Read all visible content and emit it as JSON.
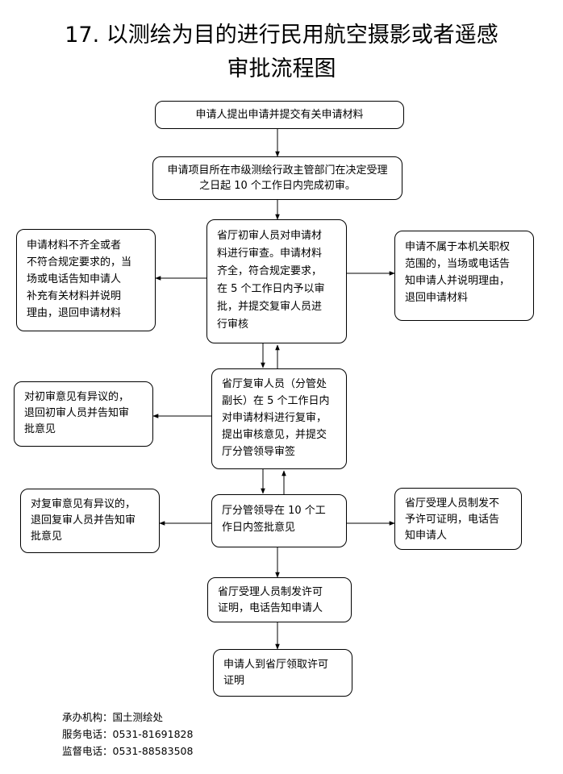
{
  "title": {
    "line1": "17. 以测绘为目的进行民用航空摄影或者遥感",
    "line2": "审批流程图"
  },
  "nodes": {
    "apply": {
      "lines": [
        "申请人提出申请并提交有关申请材料"
      ]
    },
    "preliminary": {
      "lines": [
        "申请项目所在市级测绘行政主管部门在决定受理",
        "之日起 10 个工作日内完成初审。"
      ]
    },
    "initial_review": {
      "lines": [
        "省厅初审人员对申请材",
        "料进行审查。申请材料",
        "齐全，符合规定要求，",
        "在 5 个工作日内予以审",
        "批，并提交复审人员进",
        "行审核"
      ]
    },
    "incomplete": {
      "lines": [
        "申请材料不齐全或者",
        "不符合规定要求的，当",
        "场或电话告知申请人",
        "补充有关材料并说明",
        "理由，退回申请材料"
      ]
    },
    "out_of_scope": {
      "lines": [
        "申请不属于本机关职权",
        "范围的，当场或电话告",
        "知申请人并说明理由，",
        "退回申请材料"
      ]
    },
    "second_review": {
      "lines": [
        "省厅复审人员（分管处",
        "副长）在 5 个工作日内",
        "对申请材料进行复审，",
        "提出审核意见，并提交",
        "厅分管领导审签"
      ]
    },
    "reject_initial": {
      "lines": [
        "对初审意见有异议的，",
        "退回初审人员并告知审",
        "批意见"
      ]
    },
    "leader_sign": {
      "lines": [
        "厅分管领导在 10 个工",
        "作日内签批意见"
      ]
    },
    "reject_second": {
      "lines": [
        "对复审意见有异议的，",
        "退回复审人员并告知审",
        "批意见"
      ]
    },
    "deny_permit": {
      "lines": [
        "省厅受理人员制发不",
        "予许可证明，电话告",
        "知申请人"
      ]
    },
    "issue_permit": {
      "lines": [
        "省厅受理人员制发许可",
        "证明，电话告知申请人"
      ]
    },
    "collect": {
      "lines": [
        "申请人到省厅领取许可",
        "证明"
      ]
    }
  },
  "footer": {
    "agency": "承办机构：国土测绘处",
    "service_phone": "服务电话：0531-81691828",
    "supervision_phone": "监督电话：0531-88583508"
  }
}
